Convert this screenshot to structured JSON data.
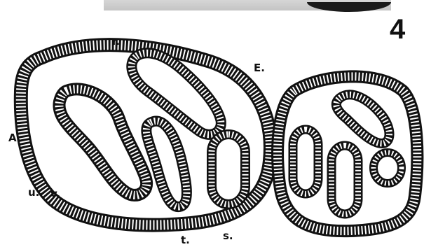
{
  "figure": {
    "number": "4",
    "labels": {
      "r": "r.",
      "E": "E.",
      "A": "A.",
      "u": "u.",
      "v": "v.",
      "t": "t.",
      "s": "s."
    }
  }
}
